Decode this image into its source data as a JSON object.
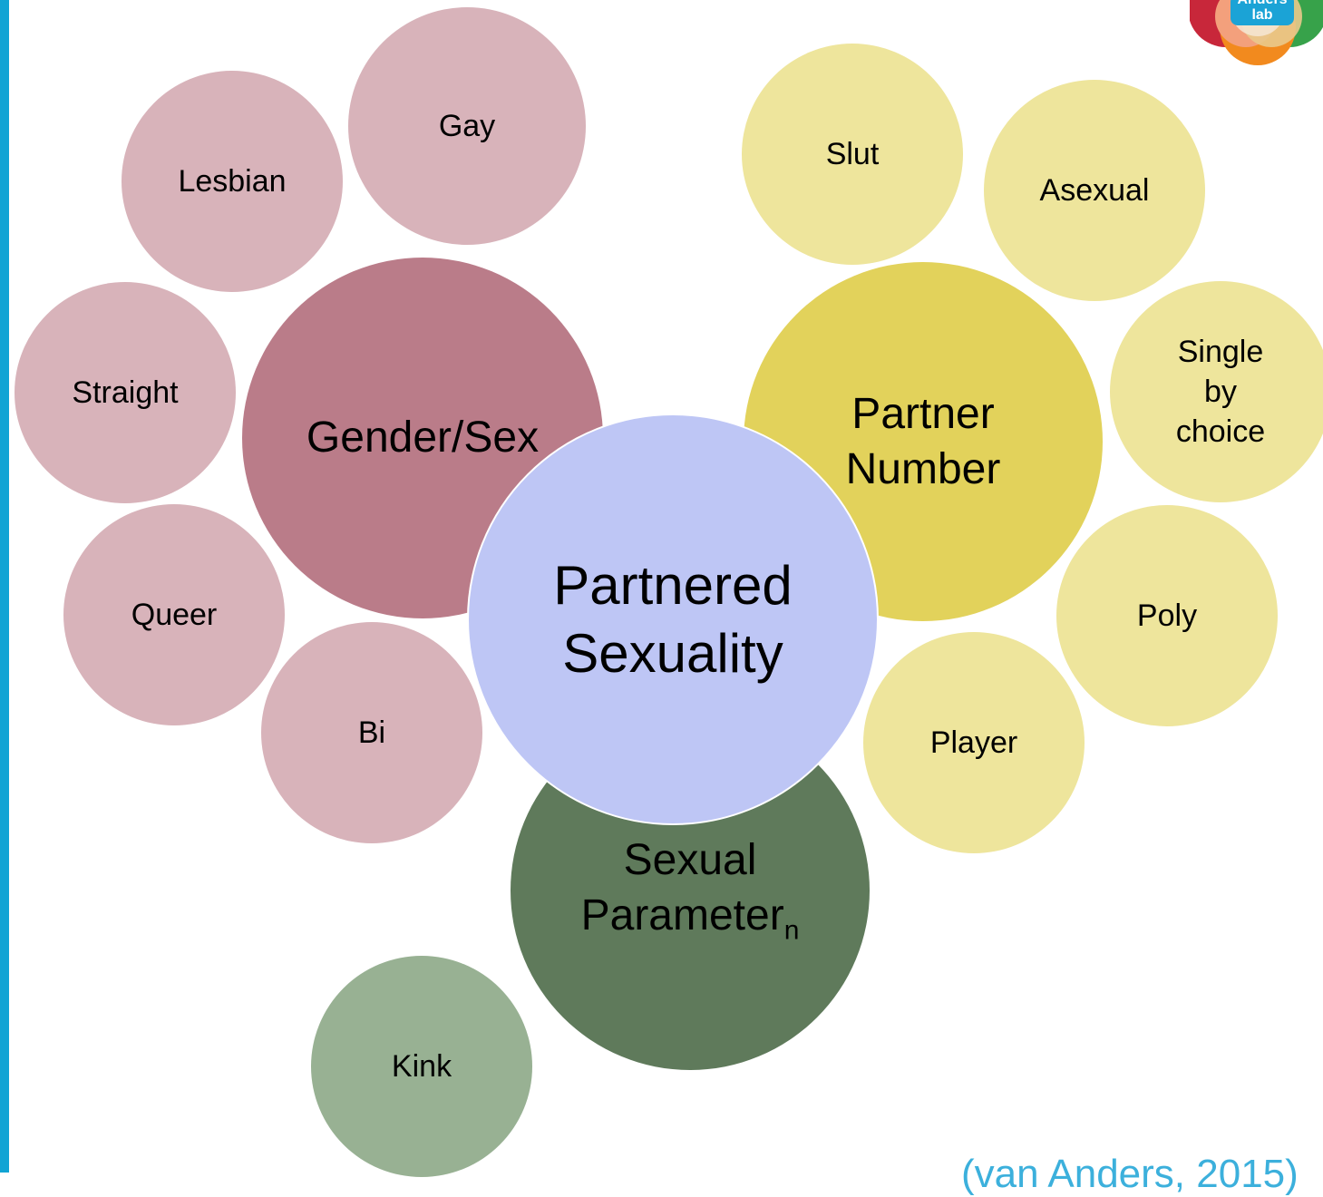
{
  "colors": {
    "left_bar": "#11a4d4",
    "gender_light": "#d8b3ba",
    "gender_dark": "#ba7c89",
    "partner_light": "#eee59c",
    "partner_dark": "#e2d25b",
    "param_light": "#98b193",
    "param_dark": "#5f7a5b",
    "center": "#bec6f5",
    "citation": "#3cb0dc"
  },
  "logo": {
    "line1": "Anders",
    "line2": "lab"
  },
  "center": {
    "line1": "Partnered",
    "line2": "Sexuality"
  },
  "gender": {
    "label": "Gender/Sex",
    "items": {
      "gay": "Gay",
      "lesbian": "Lesbian",
      "straight": "Straight",
      "queer": "Queer",
      "bi": "Bi"
    }
  },
  "partner": {
    "line1": "Partner",
    "line2": "Number",
    "items": {
      "slut": "Slut",
      "asexual": "Asexual",
      "single1": "Single",
      "single2": "by",
      "single3": "choice",
      "poly": "Poly",
      "player": "Player"
    }
  },
  "parameter": {
    "line1": "Sexual",
    "line2": "Parameter",
    "subscript": "n",
    "items": {
      "kink": "Kink"
    }
  },
  "citation": "(van Anders, 2015)"
}
